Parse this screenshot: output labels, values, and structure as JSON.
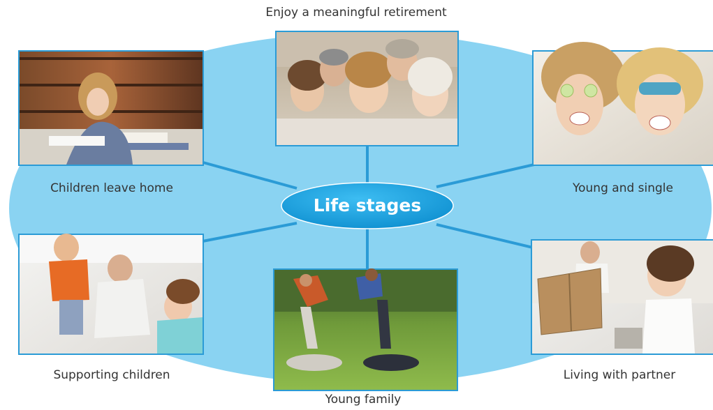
{
  "diagram": {
    "center_label": "Life stages",
    "stages": [
      {
        "caption": "Enjoy a meaningful retirement",
        "photo_icon": "retired-family-photo"
      },
      {
        "caption": "Children leave home",
        "photo_icon": "student-studying-photo"
      },
      {
        "caption": "Young and single",
        "photo_icon": "young-women-laughing-photo"
      },
      {
        "caption": "Supporting children",
        "photo_icon": "family-playing-photo"
      },
      {
        "caption": "Young family",
        "photo_icon": "family-in-park-photo"
      },
      {
        "caption": "Living with partner",
        "photo_icon": "couple-moving-photo"
      }
    ]
  },
  "colors": {
    "ellipse_fill": "#8ad3f2",
    "center_fill": "#19a3e2",
    "frame_stroke": "#2b9bd6",
    "spoke": "#2b9bd6",
    "caption_text": "#333333"
  }
}
